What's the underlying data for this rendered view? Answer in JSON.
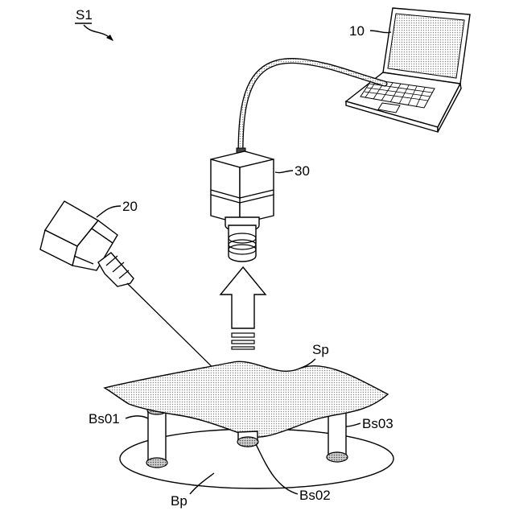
{
  "figure": {
    "labels": {
      "system": "S1",
      "computer": "10",
      "light_source": "20",
      "camera": "30",
      "specimen": "Sp",
      "support_1": "Bs01",
      "support_2": "Bs02",
      "support_3": "Bs03",
      "base_plate": "Bp"
    },
    "colors": {
      "line": "#000000",
      "background": "#ffffff",
      "specimen_fill": "#cfcfcf",
      "support_cap_fill": "#8c8c8c"
    }
  }
}
